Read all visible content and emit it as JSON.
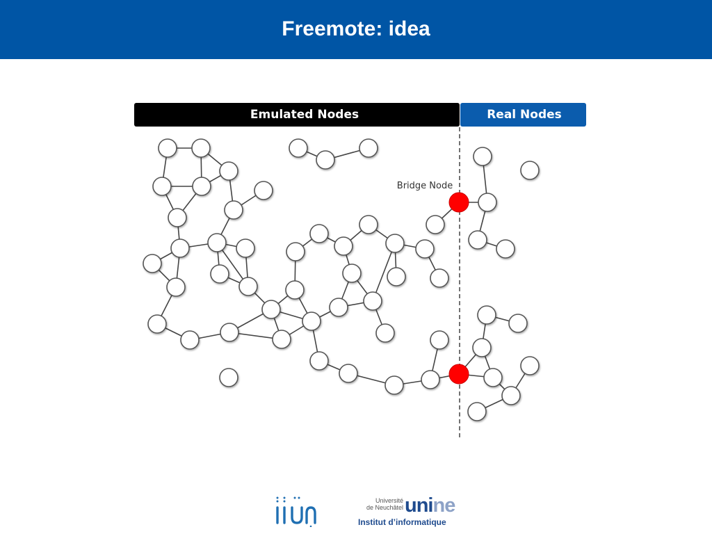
{
  "slide": {
    "title": "Freemote: idea"
  },
  "colors": {
    "title_bar": "#0055a5",
    "emulated_header": "#000000",
    "real_header": "#0b5cad",
    "node_fill": "#ffffff",
    "node_stroke": "#555555",
    "bridge_fill": "#ff0000",
    "edge": "#444444"
  },
  "diagram": {
    "emulated_label": "Emulated Nodes",
    "real_label": "Real Nodes",
    "bridge_label": "Bridge Node"
  },
  "footer": {
    "logo_iiun": "iiun",
    "univ_line1": "Université",
    "univ_line2": "de Neuchâtel",
    "unine_logo": "unine",
    "institute": "Institut d’informatique"
  }
}
